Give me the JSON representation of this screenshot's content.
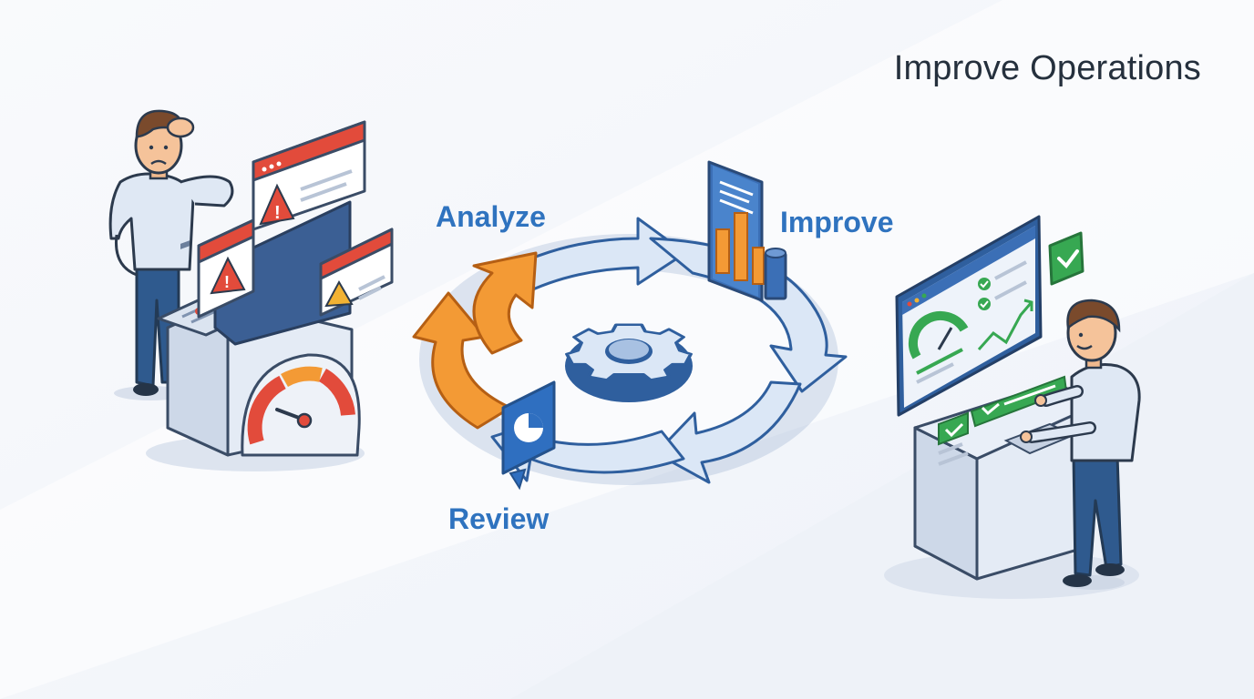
{
  "header": {
    "title": "Improve Operations"
  },
  "cycle": {
    "steps": [
      {
        "label": "Analyze"
      },
      {
        "label": "Improve"
      },
      {
        "label": "Review"
      }
    ]
  },
  "colors": {
    "background": "#f6f8fc",
    "title_text": "#25303d",
    "step_label": "#2f73bf",
    "cycle_arrow": "#dbe7f6",
    "cycle_outline": "#2f5f9e",
    "orange_arrow": "#f39a35",
    "alert_red": "#e24b3b",
    "success_green": "#37a852",
    "warning_yellow": "#f2b233"
  },
  "icons": [
    "stressed-person-icon",
    "alert-window-icon",
    "warning-triangle-icon",
    "speedometer-gauge-icon",
    "gear-icon",
    "bar-chart-report-icon",
    "pie-chart-icon",
    "dashboard-monitor-icon",
    "checkmark-icon",
    "happy-person-icon"
  ]
}
